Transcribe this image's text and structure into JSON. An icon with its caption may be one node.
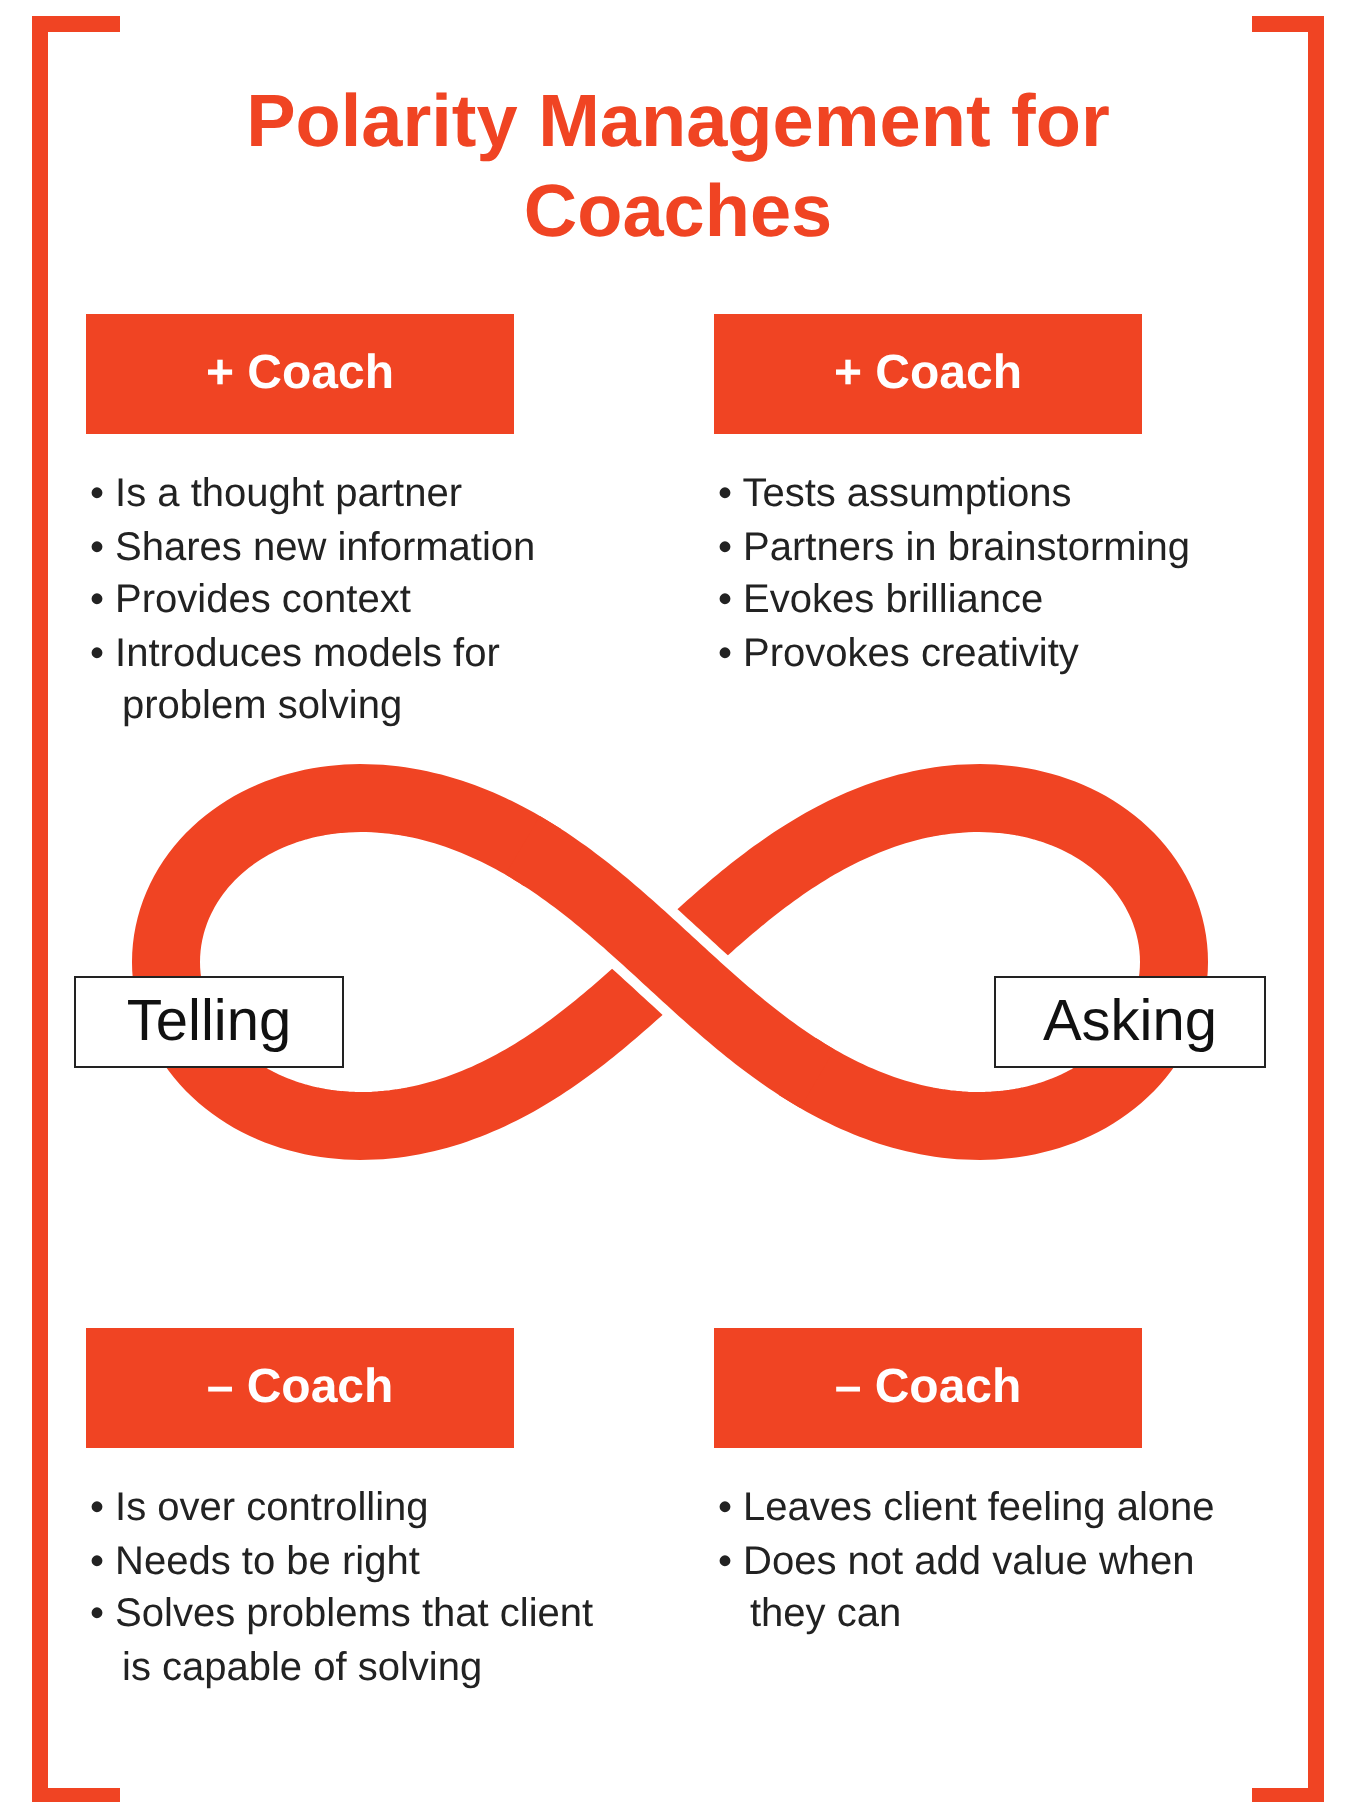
{
  "diagram": {
    "title": "Polarity Management for Coaches",
    "nodes": [
      {
        "text": [
          "+ Coach"
        ],
        "beside": [
          "• Is a thought partner",
          "• Shares new information",
          "• Provides context",
          "• Introduces models for problem solving"
        ]
      },
      {
        "text": [
          "+ Coach"
        ],
        "beside": [
          "• Tests assumptions",
          "• Partners in brainstorming",
          "• Evokes brilliance",
          "• Provokes creativity"
        ]
      },
      {
        "text": [
          "Telling"
        ]
      },
      {
        "text": [
          "Asking"
        ]
      },
      {
        "text": [
          "– Coach"
        ],
        "beside": [
          "• Is over controlling",
          "• Needs to be right",
          "• Solves problems that client is capable of solving"
        ]
      },
      {
        "text": [
          "– Coach"
        ],
        "beside": [
          "• Leaves client feeling alone",
          "• Does not add value when they can"
        ]
      }
    ]
  }
}
